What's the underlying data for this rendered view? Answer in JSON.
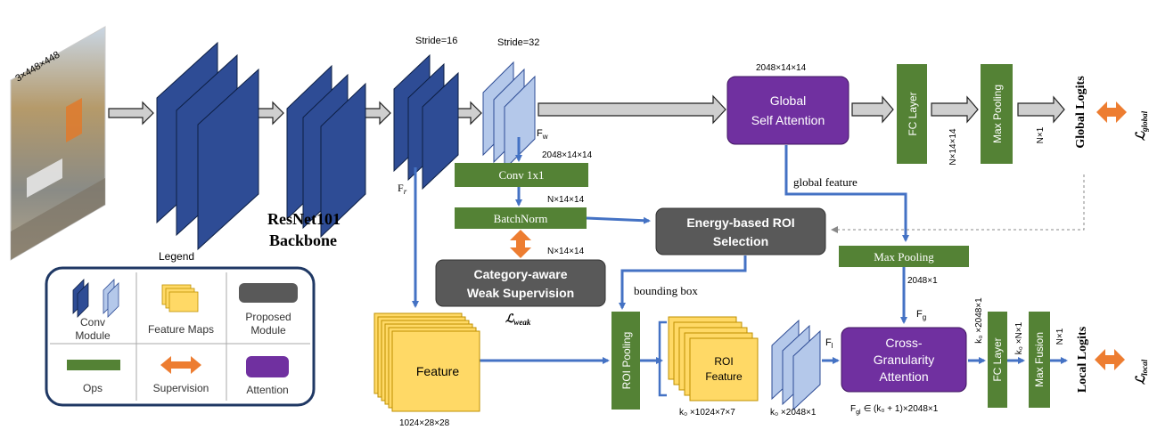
{
  "input": {
    "dims": "3×448×448"
  },
  "backbone": {
    "title_line1": "ResNet101",
    "title_line2": "Backbone",
    "fr": "F",
    "fr_sub": "r"
  },
  "strides": {
    "s16": "Stride=16",
    "s32": "Stride=32"
  },
  "fw": {
    "label": "F",
    "sub": "w"
  },
  "ops": {
    "conv": "Conv 1x1",
    "conv_dims": "2048×14×14",
    "batchnorm": "BatchNorm",
    "bn_dims": "N×14×14",
    "cat_dims": "N×14×14",
    "fc_global": "FC Layer",
    "fc_global_dims": "N×14×14",
    "maxpool_global": "Max Pooling",
    "maxpool_global_dims": "N×1",
    "maxpool_mid": "Max Pooling",
    "maxpool_mid_dims": "2048×1",
    "roi_pooling": "ROI Pooling",
    "fc_local": "FC Layer",
    "max_fusion": "Max Fusion",
    "fusion_dims": "N×1"
  },
  "modules": {
    "energy_line1": "Energy-based ROI",
    "energy_line2": "Selection",
    "category_line1": "Category-aware",
    "category_line2": "Weak Supervision",
    "gsa_line1": "Global",
    "gsa_line2": "Self Attention",
    "gsa_dims": "2048×14×14",
    "cga_line1": "Cross-",
    "cga_line2": "Granularity",
    "cga_line3": "Attention"
  },
  "labels": {
    "global_feature": "global feature",
    "bounding_box": "bounding box",
    "fg": "F",
    "fg_sub": "g",
    "fl": "F",
    "fl_sub": "l",
    "fgl": "F",
    "fgl_sub": "gl",
    "fgl_dims": "∈ (k₀ + 1)×2048×1",
    "ko_dims_stack": "k₀ ×2048×1",
    "ko_dims_roi": "k₀ ×1024×7×7",
    "ko_fc_dims": "k₀ ×2048×1",
    "ko_fusion_dims": "k₀ ×N×1"
  },
  "feature": {
    "label": "Feature",
    "dims": "1024×28×28"
  },
  "roi_feature": {
    "line1": "ROI",
    "line2": "Feature"
  },
  "outputs": {
    "global_logits": "Global Logits",
    "local_logits": "Local Logits",
    "loss_global": "ℒ",
    "loss_global_sub": "global",
    "loss_local": "ℒ",
    "loss_local_sub": "local",
    "loss_weak": "ℒ",
    "loss_weak_sub": "weak"
  },
  "legend": {
    "title": "Legend",
    "conv": "Conv Module",
    "conv_line1": "Conv",
    "conv_line2": "Module",
    "feature_maps": "Feature Maps",
    "proposed_line1": "Proposed",
    "proposed_line2": "Module",
    "ops": "Ops",
    "supervision": "Supervision",
    "attention": "Attention"
  },
  "colors": {
    "conv_dark": "#2e4c95",
    "conv_light": "#b4c8ea",
    "ops_green": "#548235",
    "module_gray": "#595959",
    "attention_purple": "#7030a0",
    "feature_yellow": "#ffd966",
    "supervision_orange": "#ed7d31",
    "arrow_blue": "#4472c4"
  }
}
